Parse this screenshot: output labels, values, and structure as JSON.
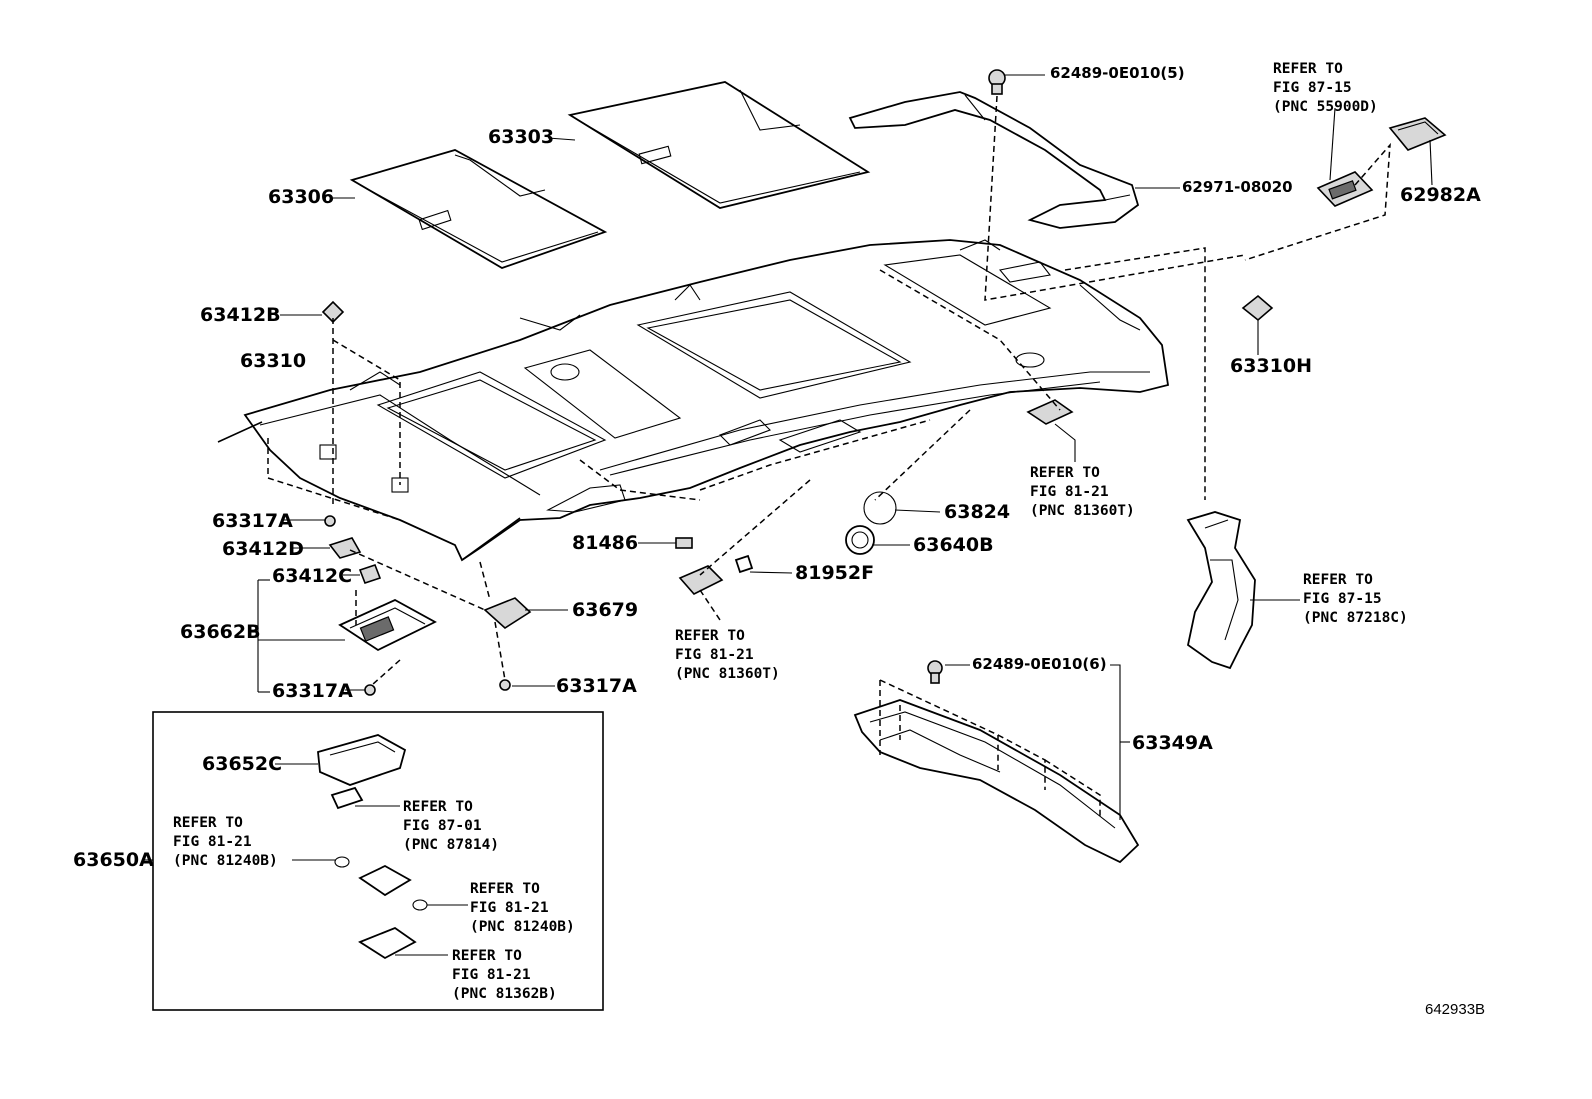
{
  "drawing_code": "642933B",
  "labels": {
    "p63303": "63303",
    "p63306": "63306",
    "p62489_top": "62489-0E010(5)",
    "p62971": "62971-08020",
    "p62982a": "62982A",
    "p63310h": "63310H",
    "p63412b": "63412B",
    "p63310": "63310",
    "p63317a_1": "63317A",
    "p63412d": "63412D",
    "p63412c": "63412C",
    "p63662b": "63662B",
    "p63317a_2": "63317A",
    "p63679": "63679",
    "p63317a_3": "63317A",
    "p81486": "81486",
    "p81952f": "81952F",
    "p63824": "63824",
    "p63640b": "63640B",
    "p62489_bot": "62489-0E010(6)",
    "p63349a": "63349A",
    "p63652c": "63652C",
    "p63650a": "63650A"
  },
  "refs": {
    "r_55900d": [
      "REFER TO",
      "FIG 87-15",
      "(PNC 55900D)"
    ],
    "r_81360t_right": [
      "REFER TO",
      "FIG 81-21",
      "(PNC 81360T)"
    ],
    "r_87218c": [
      "REFER TO",
      "FIG 87-15",
      "(PNC 87218C)"
    ],
    "r_81360t_mid": [
      "REFER TO",
      "FIG 81-21",
      "(PNC 81360T)"
    ],
    "r_87814": [
      "REFER TO",
      "FIG 87-01",
      "(PNC 87814)"
    ],
    "r_81240b_left": [
      "REFER TO",
      "FIG 81-21",
      "(PNC 81240B)"
    ],
    "r_81240b_right": [
      "REFER TO",
      "FIG 81-21",
      "(PNC 81240B)"
    ],
    "r_81362b": [
      "REFER TO",
      "FIG 81-21",
      "(PNC 81362B)"
    ]
  }
}
